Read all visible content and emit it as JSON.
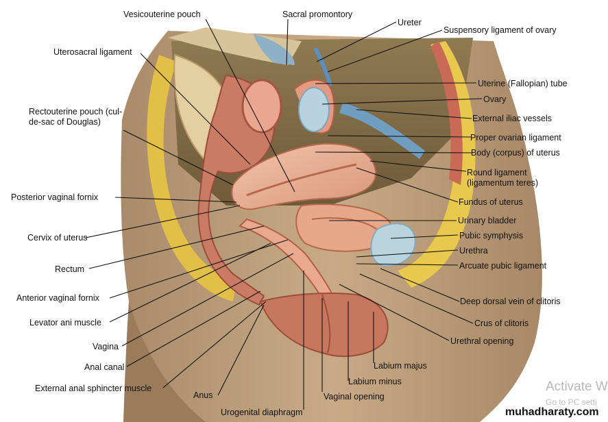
{
  "labels": {
    "vesicouterine_pouch": "Vesicouterine pouch",
    "sacral_promontory": "Sacral promontory",
    "ureter": "Ureter",
    "suspensory_ligament": "Suspensory ligament of ovary",
    "uterosacral_ligament": "Uterosacral ligament",
    "uterine_tube": "Uterine (Fallopian) tube",
    "ovary": "Ovary",
    "rectouterine_pouch": "Rectouterine pouch (cul-\nde-sac of Douglas)",
    "external_iliac": "External iliac vessels",
    "proper_ovarian": "Proper ovarian ligament",
    "body_uterus": "Body (corpus) of uterus",
    "round_ligament": "Round ligament\n(ligamentum teres)",
    "posterior_fornix": "Posterior vaginal fornix",
    "fundus": "Fundus of uterus",
    "urinary_bladder": "Urinary bladder",
    "cervix": "Cervix of uterus",
    "pubic_symphysis": "Pubic symphysis",
    "urethra": "Urethra",
    "rectum": "Rectum",
    "arcuate": "Arcuate pubic ligament",
    "anterior_fornix": "Anterior vaginal fornix",
    "deep_dorsal_vein": "Deep dorsal vein of clitoris",
    "levator_ani": "Levator ani muscle",
    "crus_clitoris": "Crus of clitoris",
    "vagina": "Vagina",
    "urethral_opening": "Urethral opening",
    "anal_canal": "Anal canal",
    "labium_majus": "Labium majus",
    "labium_minus": "Labium minus",
    "external_anal_sphincter": "External anal sphincter muscle",
    "anus": "Anus",
    "vaginal_opening": "Vaginal opening",
    "urogenital_diaphragm": "Urogenital diaphragm"
  },
  "watermark": {
    "line1": "Activate W",
    "line2": "Go to PC setti",
    "site": "muhadharaty.com"
  }
}
